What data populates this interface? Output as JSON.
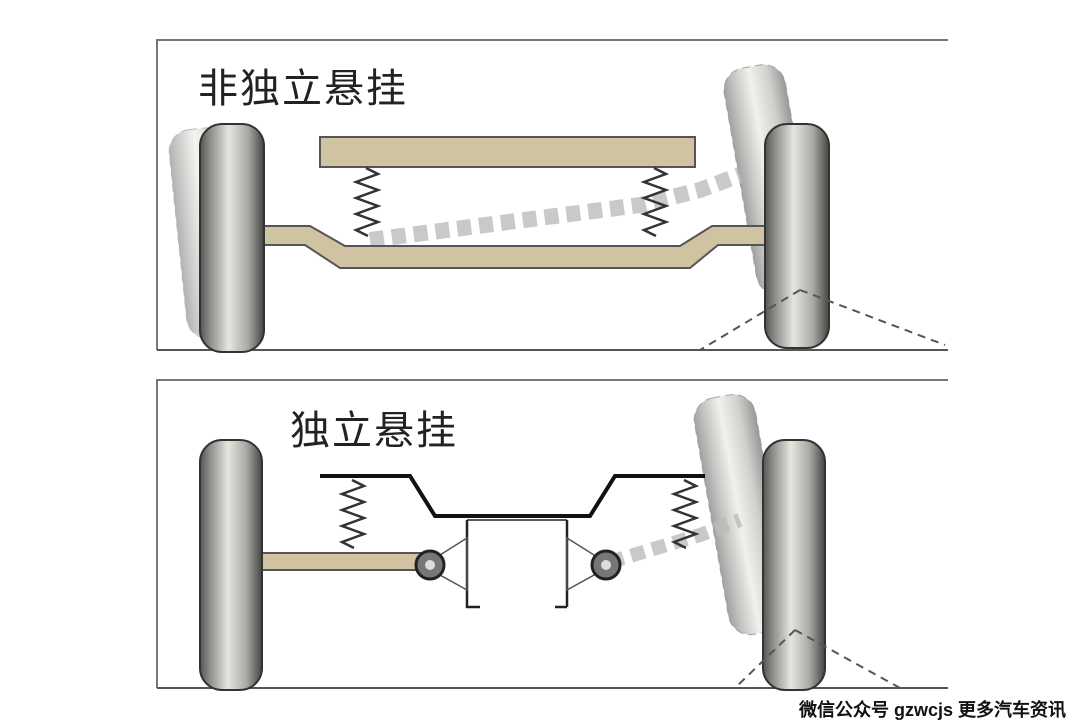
{
  "panels": [
    {
      "title": "非独立悬挂"
    },
    {
      "title": "独立悬挂"
    }
  ],
  "watermark": "微信公众号 gzwcjs 更多汽车资讯",
  "colors": {
    "axle": "#cfc3a2",
    "outline": "#333333",
    "tire": "#b9b9b3"
  }
}
